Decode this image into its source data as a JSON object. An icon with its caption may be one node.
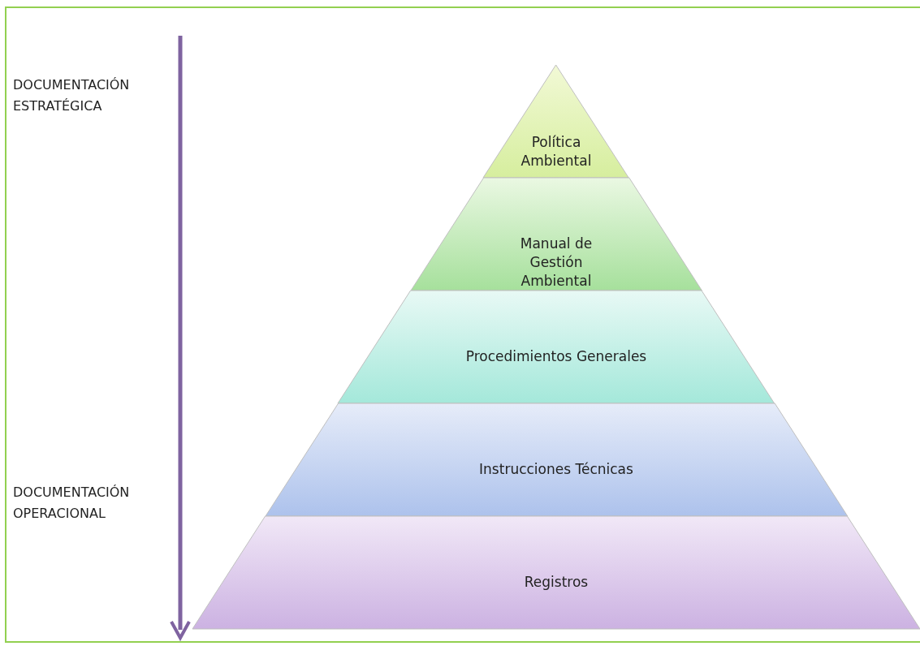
{
  "diagram": {
    "nodes": [
      {
        "text": [
          "Política Ambiental"
        ]
      },
      {
        "text": [
          "Manual de Gestión Ambiental"
        ]
      },
      {
        "text": [
          "Procedimientos Generales"
        ]
      },
      {
        "text": [
          "Instrucciones Técnicas"
        ]
      },
      {
        "text": [
          "Registros"
        ]
      }
    ],
    "edges": [],
    "labels": [
      "DOCUMENTACIÓN ESTRATÉGICA",
      "DOCUMENTACIÓN OPERACIONAL"
    ]
  }
}
